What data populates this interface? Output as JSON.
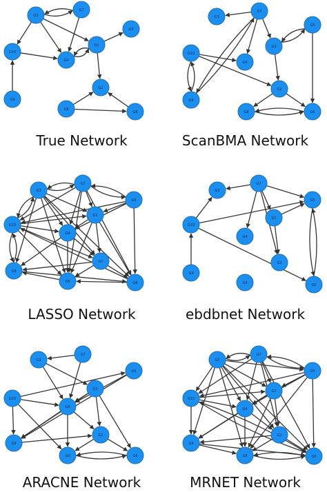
{
  "panels": [
    {
      "id": "true",
      "title": "True Network",
      "nodes": [
        {
          "id": "G3",
          "label": "G3"
        },
        {
          "id": "G7",
          "label": "G7"
        },
        {
          "id": "G5",
          "label": "G5"
        },
        {
          "id": "G10",
          "label": "G10"
        },
        {
          "id": "G4",
          "label": "G4"
        },
        {
          "id": "G1",
          "label": "G1"
        },
        {
          "id": "G2",
          "label": "G2"
        },
        {
          "id": "G9",
          "label": "G9"
        },
        {
          "id": "G8",
          "label": "G8"
        },
        {
          "id": "G6",
          "label": "G6"
        }
      ],
      "edges": [
        [
          "G3",
          "G7"
        ],
        [
          "G7",
          "G3"
        ],
        [
          "G3",
          "G10"
        ],
        [
          "G10",
          "G4"
        ],
        [
          "G3",
          "G4"
        ],
        [
          "G7",
          "G4"
        ],
        [
          "G4",
          "G1"
        ],
        [
          "G1",
          "G4"
        ],
        [
          "G3",
          "G1"
        ],
        [
          "G1",
          "G5"
        ],
        [
          "G1",
          "G2"
        ],
        [
          "G9",
          "G10"
        ],
        [
          "G8",
          "G2"
        ],
        [
          "G8",
          "G6"
        ],
        [
          "G6",
          "G2"
        ]
      ]
    },
    {
      "id": "scanbma",
      "title": "ScanBMA Network",
      "nodes": [
        {
          "id": "G3",
          "label": "G3"
        },
        {
          "id": "G7",
          "label": "G7"
        },
        {
          "id": "G5",
          "label": "G5"
        },
        {
          "id": "G1",
          "label": "G1"
        },
        {
          "id": "G10",
          "label": "G10"
        },
        {
          "id": "G4",
          "label": "G4"
        },
        {
          "id": "G2",
          "label": "G2"
        },
        {
          "id": "G9",
          "label": "G9"
        },
        {
          "id": "G8",
          "label": "G8"
        },
        {
          "id": "G6",
          "label": "G6"
        }
      ],
      "edges": [
        [
          "G7",
          "G3"
        ],
        [
          "G7",
          "G4"
        ],
        [
          "G7",
          "G1"
        ],
        [
          "G7",
          "G9"
        ],
        [
          "G10",
          "G9"
        ],
        [
          "G9",
          "G10"
        ],
        [
          "G10",
          "G4"
        ],
        [
          "G1",
          "G5"
        ],
        [
          "G5",
          "G1"
        ],
        [
          "G1",
          "G2"
        ],
        [
          "G10",
          "G2"
        ],
        [
          "G2",
          "G6"
        ],
        [
          "G8",
          "G6"
        ],
        [
          "G6",
          "G8"
        ],
        [
          "G5",
          "G6"
        ],
        [
          "G9",
          "G7"
        ],
        [
          "G2",
          "G8"
        ]
      ]
    },
    {
      "id": "lasso",
      "title": "LASSO Network",
      "nodes": [
        {
          "id": "G3",
          "label": "G3"
        },
        {
          "id": "G7",
          "label": "G7"
        },
        {
          "id": "G5",
          "label": "G5"
        },
        {
          "id": "G10",
          "label": "G10"
        },
        {
          "id": "G1",
          "label": "G1"
        },
        {
          "id": "G4",
          "label": "G4"
        },
        {
          "id": "G2",
          "label": "G2"
        },
        {
          "id": "G9",
          "label": "G9"
        },
        {
          "id": "G8",
          "label": "G8"
        },
        {
          "id": "G6",
          "label": "G6"
        }
      ],
      "edges": [
        [
          "G3",
          "G7"
        ],
        [
          "G7",
          "G3"
        ],
        [
          "G3",
          "G10"
        ],
        [
          "G10",
          "G3"
        ],
        [
          "G3",
          "G4"
        ],
        [
          "G3",
          "G1"
        ],
        [
          "G3",
          "G2"
        ],
        [
          "G3",
          "G9"
        ],
        [
          "G3",
          "G8"
        ],
        [
          "G3",
          "G6"
        ],
        [
          "G7",
          "G5"
        ],
        [
          "G5",
          "G7"
        ],
        [
          "G7",
          "G10"
        ],
        [
          "G7",
          "G4"
        ],
        [
          "G7",
          "G1"
        ],
        [
          "G7",
          "G8"
        ],
        [
          "G7",
          "G6"
        ],
        [
          "G5",
          "G1"
        ],
        [
          "G5",
          "G4"
        ],
        [
          "G5",
          "G6"
        ],
        [
          "G5",
          "G10"
        ],
        [
          "G10",
          "G1"
        ],
        [
          "G10",
          "G4"
        ],
        [
          "G10",
          "G9"
        ],
        [
          "G9",
          "G10"
        ],
        [
          "G10",
          "G8"
        ],
        [
          "G10",
          "G2"
        ],
        [
          "G1",
          "G4"
        ],
        [
          "G1",
          "G2"
        ],
        [
          "G1",
          "G8"
        ],
        [
          "G1",
          "G6"
        ],
        [
          "G4",
          "G9"
        ],
        [
          "G4",
          "G8"
        ],
        [
          "G4",
          "G2"
        ],
        [
          "G2",
          "G6"
        ],
        [
          "G2",
          "G9"
        ],
        [
          "G8",
          "G9"
        ],
        [
          "G6",
          "G8"
        ],
        [
          "G9",
          "G6"
        ],
        [
          "G6",
          "G10"
        ],
        [
          "G2",
          "G8"
        ]
      ]
    },
    {
      "id": "ebdbnet",
      "title": "ebdbnet Network",
      "nodes": [
        {
          "id": "G3",
          "label": "G3"
        },
        {
          "id": "G7",
          "label": "G7"
        },
        {
          "id": "G5",
          "label": "G5"
        },
        {
          "id": "G10",
          "label": "G10"
        },
        {
          "id": "G1",
          "label": "G1"
        },
        {
          "id": "G4",
          "label": "G4"
        },
        {
          "id": "G2",
          "label": "G2"
        },
        {
          "id": "G9",
          "label": "G9"
        },
        {
          "id": "G8",
          "label": "G8"
        },
        {
          "id": "G6",
          "label": "G6"
        }
      ],
      "edges": [
        [
          "G7",
          "G3"
        ],
        [
          "G7",
          "G5"
        ],
        [
          "G7",
          "G4"
        ],
        [
          "G7",
          "G1"
        ],
        [
          "G7",
          "G2"
        ],
        [
          "G10",
          "G5"
        ],
        [
          "G10",
          "G3"
        ],
        [
          "G10",
          "G6"
        ],
        [
          "G1",
          "G5"
        ],
        [
          "G1",
          "G2"
        ],
        [
          "G5",
          "G6"
        ],
        [
          "G6",
          "G5"
        ],
        [
          "G9",
          "G10"
        ]
      ]
    },
    {
      "id": "aracne",
      "title": "ARACNE Network",
      "nodes": [
        {
          "id": "G3",
          "label": "G3"
        },
        {
          "id": "G7",
          "label": "G7"
        },
        {
          "id": "G5",
          "label": "G5"
        },
        {
          "id": "G10",
          "label": "G10"
        },
        {
          "id": "G1",
          "label": "G1"
        },
        {
          "id": "G4",
          "label": "G4"
        },
        {
          "id": "G2",
          "label": "G2"
        },
        {
          "id": "G9",
          "label": "G9"
        },
        {
          "id": "G8",
          "label": "G8"
        },
        {
          "id": "G6",
          "label": "G6"
        }
      ],
      "edges": [
        [
          "G7",
          "G3"
        ],
        [
          "G3",
          "G4"
        ],
        [
          "G3",
          "G1"
        ],
        [
          "G7",
          "G4"
        ],
        [
          "G10",
          "G5"
        ],
        [
          "G10",
          "G4"
        ],
        [
          "G10",
          "G9"
        ],
        [
          "G10",
          "G8"
        ],
        [
          "G5",
          "G4"
        ],
        [
          "G5",
          "G9"
        ],
        [
          "G1",
          "G4"
        ],
        [
          "G1",
          "G9"
        ],
        [
          "G1",
          "G2"
        ],
        [
          "G1",
          "G6"
        ],
        [
          "G4",
          "G9"
        ],
        [
          "G4",
          "G8"
        ],
        [
          "G4",
          "G2"
        ],
        [
          "G2",
          "G6"
        ],
        [
          "G8",
          "G6"
        ],
        [
          "G6",
          "G8"
        ],
        [
          "G2",
          "G8"
        ],
        [
          "G9",
          "G2"
        ]
      ]
    },
    {
      "id": "mrnet",
      "title": "MRNET Network",
      "nodes": [
        {
          "id": "G3",
          "label": "G3"
        },
        {
          "id": "G7",
          "label": "G7"
        },
        {
          "id": "G5",
          "label": "G5"
        },
        {
          "id": "G10",
          "label": "G10"
        },
        {
          "id": "G1",
          "label": "G1"
        },
        {
          "id": "G4",
          "label": "G4"
        },
        {
          "id": "G2",
          "label": "G2"
        },
        {
          "id": "G9",
          "label": "G9"
        },
        {
          "id": "G8",
          "label": "G8"
        },
        {
          "id": "G6",
          "label": "G6"
        }
      ],
      "edges": [
        [
          "G3",
          "G7"
        ],
        [
          "G7",
          "G3"
        ],
        [
          "G7",
          "G5"
        ],
        [
          "G5",
          "G7"
        ],
        [
          "G3",
          "G5"
        ],
        [
          "G3",
          "G10"
        ],
        [
          "G3",
          "G4"
        ],
        [
          "G3",
          "G1"
        ],
        [
          "G3",
          "G2"
        ],
        [
          "G3",
          "G9"
        ],
        [
          "G3",
          "G8"
        ],
        [
          "G3",
          "G6"
        ],
        [
          "G7",
          "G10"
        ],
        [
          "G7",
          "G4"
        ],
        [
          "G7",
          "G1"
        ],
        [
          "G7",
          "G2"
        ],
        [
          "G7",
          "G6"
        ],
        [
          "G5",
          "G10"
        ],
        [
          "G5",
          "G1"
        ],
        [
          "G5",
          "G4"
        ],
        [
          "G5",
          "G8"
        ],
        [
          "G5",
          "G6"
        ],
        [
          "G10",
          "G1"
        ],
        [
          "G10",
          "G4"
        ],
        [
          "G10",
          "G9"
        ],
        [
          "G10",
          "G6"
        ],
        [
          "G1",
          "G4"
        ],
        [
          "G1",
          "G2"
        ],
        [
          "G1",
          "G8"
        ],
        [
          "G1",
          "G9"
        ],
        [
          "G4",
          "G2"
        ],
        [
          "G4",
          "G8"
        ],
        [
          "G4",
          "G9"
        ],
        [
          "G2",
          "G6"
        ],
        [
          "G2",
          "G8"
        ],
        [
          "G2",
          "G9"
        ],
        [
          "G9",
          "G8"
        ],
        [
          "G8",
          "G6"
        ],
        [
          "G6",
          "G8"
        ],
        [
          "G6",
          "G10"
        ],
        [
          "G9",
          "G6"
        ]
      ]
    }
  ],
  "colors": {
    "node": "#1b8ff0",
    "edge": "#333333"
  }
}
